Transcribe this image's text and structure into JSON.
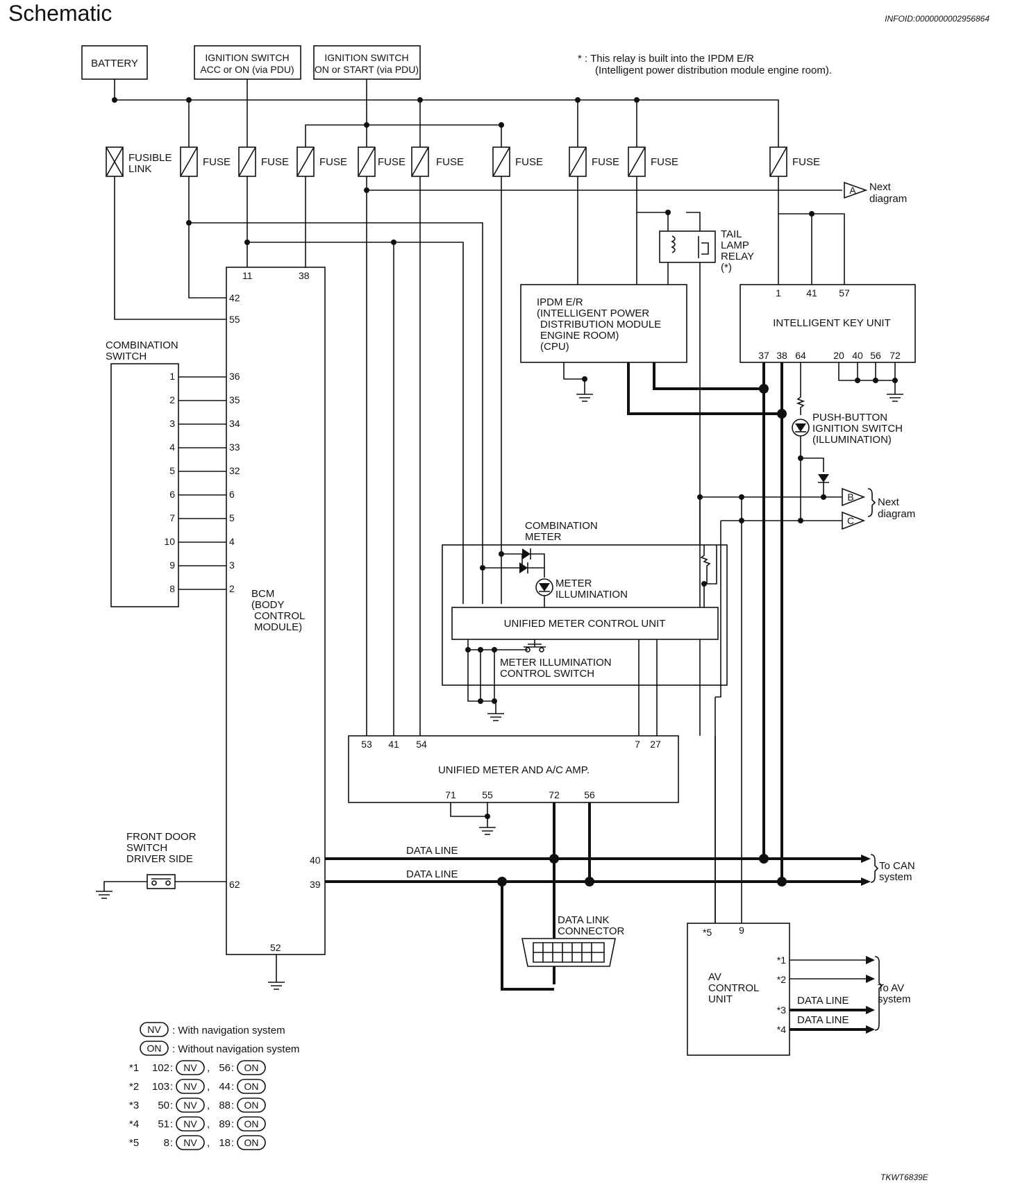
{
  "header": {
    "title": "Schematic",
    "infoid": "INFOID:0000000002956864"
  },
  "sources": {
    "battery": "BATTERY",
    "ign_acc_l1": "IGNITION SWITCH",
    "ign_acc_l2": "ACC or ON (via PDU)",
    "ign_start_l1": "IGNITION SWITCH",
    "ign_start_l2": "ON or START (via PDU)"
  },
  "relay_note": {
    "l1": "* : This relay is built into the IPDM E/R",
    "l2": "(Intelligent power distribution module engine room)."
  },
  "fuses": {
    "fusible_l1": "FUSIBLE",
    "fusible_l2": "LINK",
    "fuse": "FUSE"
  },
  "connectors": {
    "a": "A",
    "b": "B",
    "c": "C",
    "next_l1": "Next",
    "next_l2": "diagram"
  },
  "tail_lamp": {
    "l1": "TAIL",
    "l2": "LAMP",
    "l3": "RELAY",
    "l4": "(*)"
  },
  "bcm": {
    "l1": "BCM",
    "l2": "(BODY",
    "l3": "CONTROL",
    "l4": "MODULE)",
    "pins_top": [
      "11",
      "38"
    ],
    "pins_left": [
      "42",
      "55",
      "36",
      "35",
      "34",
      "33",
      "32",
      "6",
      "5",
      "4",
      "3",
      "2",
      "62"
    ],
    "pins_right": [
      "40",
      "39"
    ],
    "pin_bottom": "52"
  },
  "combination_switch": {
    "l1": "COMBINATION",
    "l2": "SWITCH",
    "pins": [
      "1",
      "2",
      "3",
      "4",
      "5",
      "6",
      "7",
      "10",
      "9",
      "8"
    ]
  },
  "ipdm": {
    "l1": "IPDM E/R",
    "l2": "(INTELLIGENT POWER",
    "l3": "DISTRIBUTION MODULE",
    "l4": "ENGINE ROOM)",
    "l5": "(CPU)"
  },
  "intelligent_key": {
    "label": "INTELLIGENT KEY UNIT",
    "pins_top": [
      "1",
      "41",
      "57"
    ],
    "pins_bottom": [
      "37",
      "38",
      "64",
      "20",
      "40",
      "56",
      "72"
    ]
  },
  "push_button": {
    "l1": "PUSH-BUTTON",
    "l2": "IGNITION SWITCH",
    "l3": "(ILLUMINATION)"
  },
  "combination_meter": {
    "l1": "COMBINATION",
    "l2": "METER",
    "illum_l1": "METER",
    "illum_l2": "ILLUMINATION",
    "control_unit": "UNIFIED METER CONTROL UNIT",
    "switch_l1": "METER ILLUMINATION",
    "switch_l2": "CONTROL SWITCH"
  },
  "ac_amp": {
    "label": "UNIFIED METER AND A/C AMP.",
    "pins_top": [
      "53",
      "41",
      "54",
      "7",
      "27"
    ],
    "pins_bottom": [
      "71",
      "55",
      "72",
      "56"
    ]
  },
  "front_door": {
    "l1": "FRONT DOOR",
    "l2": "SWITCH",
    "l3": "DRIVER SIDE"
  },
  "data_line": "DATA LINE",
  "can": {
    "l1": "To CAN",
    "l2": "system"
  },
  "dlc": {
    "l1": "DATA LINK",
    "l2": "CONNECTOR"
  },
  "av_unit": {
    "l1": "AV",
    "l2": "CONTROL",
    "l3": "UNIT",
    "pins_top": [
      "*5",
      "9"
    ],
    "pins_right": [
      "*1",
      "*2",
      "*3",
      "*4"
    ],
    "to_l1": "To AV",
    "to_l2": "system"
  },
  "legend": {
    "nv": "NV",
    "on": "ON",
    "nv_text": ": With navigation system",
    "on_text": ": Without navigation system",
    "rows": [
      {
        "mark": "*1",
        "nv": "102",
        "on": "56"
      },
      {
        "mark": "*2",
        "nv": "103",
        "on": "44"
      },
      {
        "mark": "*3",
        "nv": "50",
        "on": "88"
      },
      {
        "mark": "*4",
        "nv": "51",
        "on": "89"
      },
      {
        "mark": "*5",
        "nv": "8",
        "on": "18"
      }
    ]
  },
  "footer_code": "TKWT6839E"
}
